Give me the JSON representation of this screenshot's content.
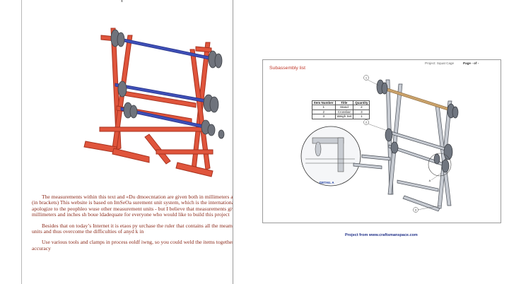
{
  "left_page": {
    "partial_title": "p",
    "paragraphs": [
      "The measurements within this text and «Du dmoecntation are given both in millimeters and inches (in brackets)  This website is based on ImSeOa surement unit system, which is the international standard  I apologize to the peophleo wuse other measurement units - but I believe that measurements given in millimeters and inches sh boue ldadequate for everyone who would like to build this project",
      "Besides that  on today’s Internet it is etaos py urchase the ruler that contains all the meamseunret units and thus overcome the difficulties of anyd k  in",
      "Use various tools and clamps in process eoldf iwng, so you could weld the items together with accuracy"
    ]
  },
  "sheet": {
    "title": "Subassembly list",
    "project_label": "Project: Squat Cage",
    "page_label": "Page - of -",
    "bom": {
      "headers": [
        "Item Number",
        "Title",
        "Quantity"
      ],
      "rows": [
        [
          "1",
          "Stand",
          "2"
        ],
        [
          "2",
          "Crossbar",
          "3"
        ],
        [
          "3",
          "Weigh Set",
          "1"
        ]
      ]
    },
    "detail_label": "DETAIL A",
    "callouts": [
      "1",
      "2",
      "3",
      "A"
    ]
  },
  "footer": {
    "text": "Project from www.craftsmanspace.com"
  },
  "colors": {
    "frame_red": "#e0553c",
    "frame_dark": "#a8321f",
    "bar_blue": "#3e4fb7",
    "plate_gray": "#6f737c",
    "text_red": "#8b2a1a",
    "link_blue": "#1f2f88"
  }
}
